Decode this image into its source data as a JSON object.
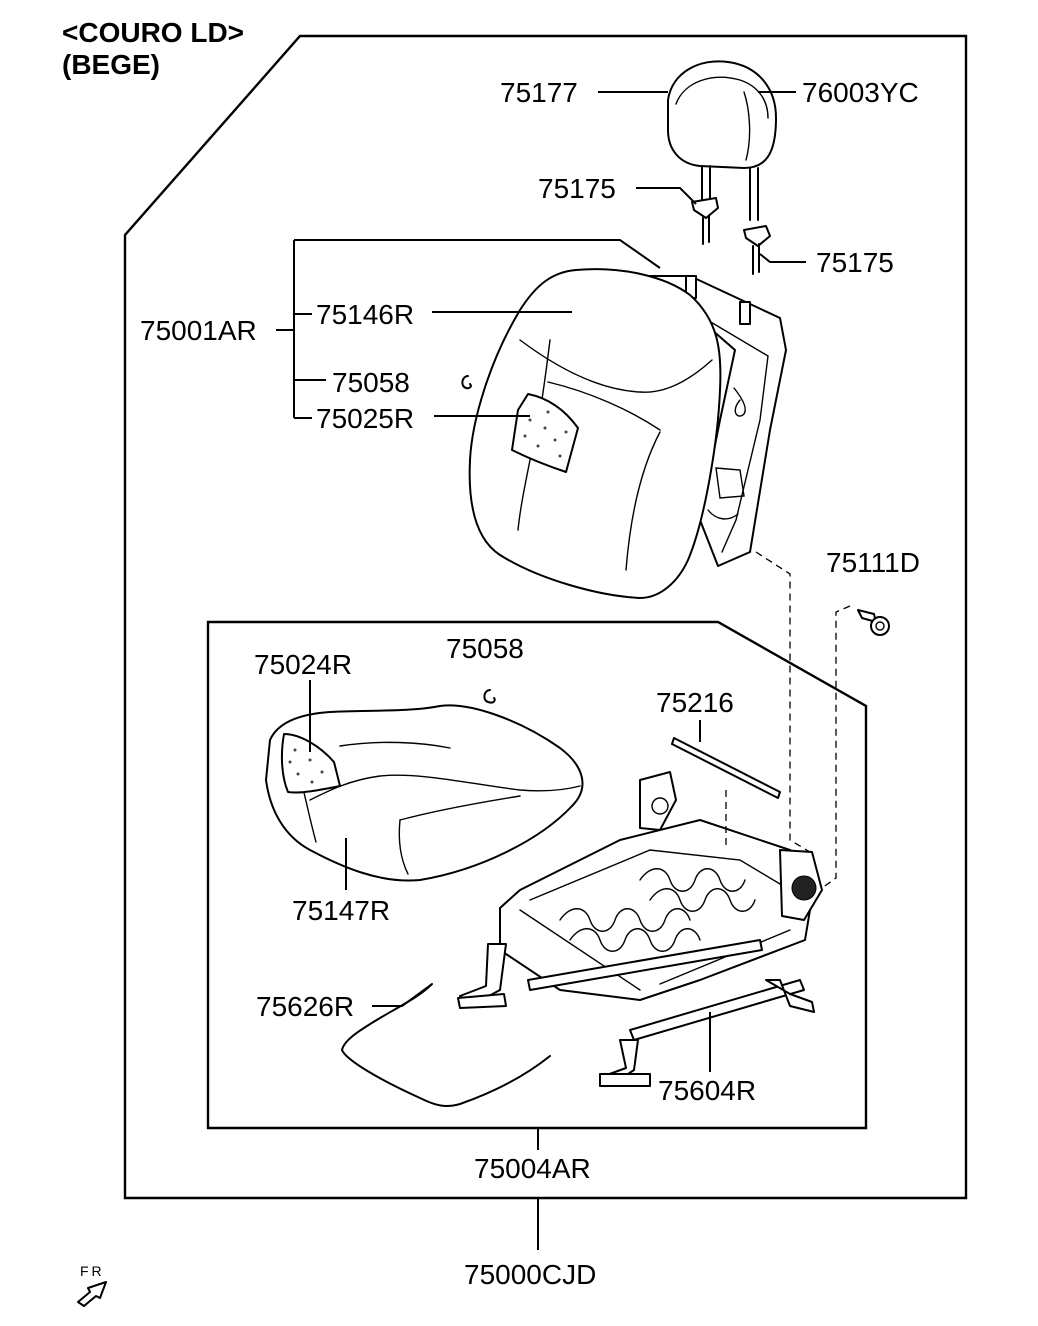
{
  "header": {
    "material": "<COURO LD>",
    "color": "(BEGE)"
  },
  "parts": {
    "p75177": "75177",
    "p76003YC": "76003YC",
    "p75175_left": "75175",
    "p75175_right": "75175",
    "p75001AR": "75001AR",
    "p75146R": "75146R",
    "p75058_back": "75058",
    "p75025R": "75025R",
    "p75111D": "75111D",
    "p75024R": "75024R",
    "p75058_cushion": "75058",
    "p75216": "75216",
    "p75147R": "75147R",
    "p75626R": "75626R",
    "p75604R": "75604R",
    "p75004AR": "75004AR",
    "p75000CJD": "75000CJD"
  },
  "direction": {
    "label": "FR",
    "icon": "front-direction-arrow-icon"
  }
}
